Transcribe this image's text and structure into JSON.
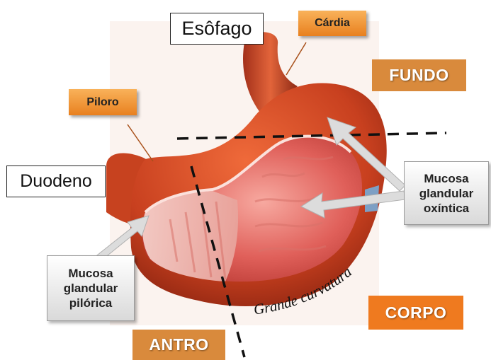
{
  "labels": {
    "esofago": "Esôfago",
    "cardia": "Cárdia",
    "fundo": "FUNDO",
    "piloro": "Piloro",
    "duodeno": "Duodeno",
    "oxintica": [
      "Mucosa",
      "glandular",
      "oxíntica"
    ],
    "pilorica": [
      "Mucosa",
      "glandular",
      "pilórica"
    ],
    "grande_curvatura": "Grande curvatura",
    "corpo": "CORPO",
    "antro": "ANTRO"
  },
  "colors": {
    "stomach_outer": "#c8401f",
    "stomach_inner": "#e05a45",
    "mucosa_pale": "#f1b8b0",
    "tag_orange": "#f39a3a",
    "region_orange": "#d98a3c",
    "region_corpo": "#ef7a1f"
  }
}
